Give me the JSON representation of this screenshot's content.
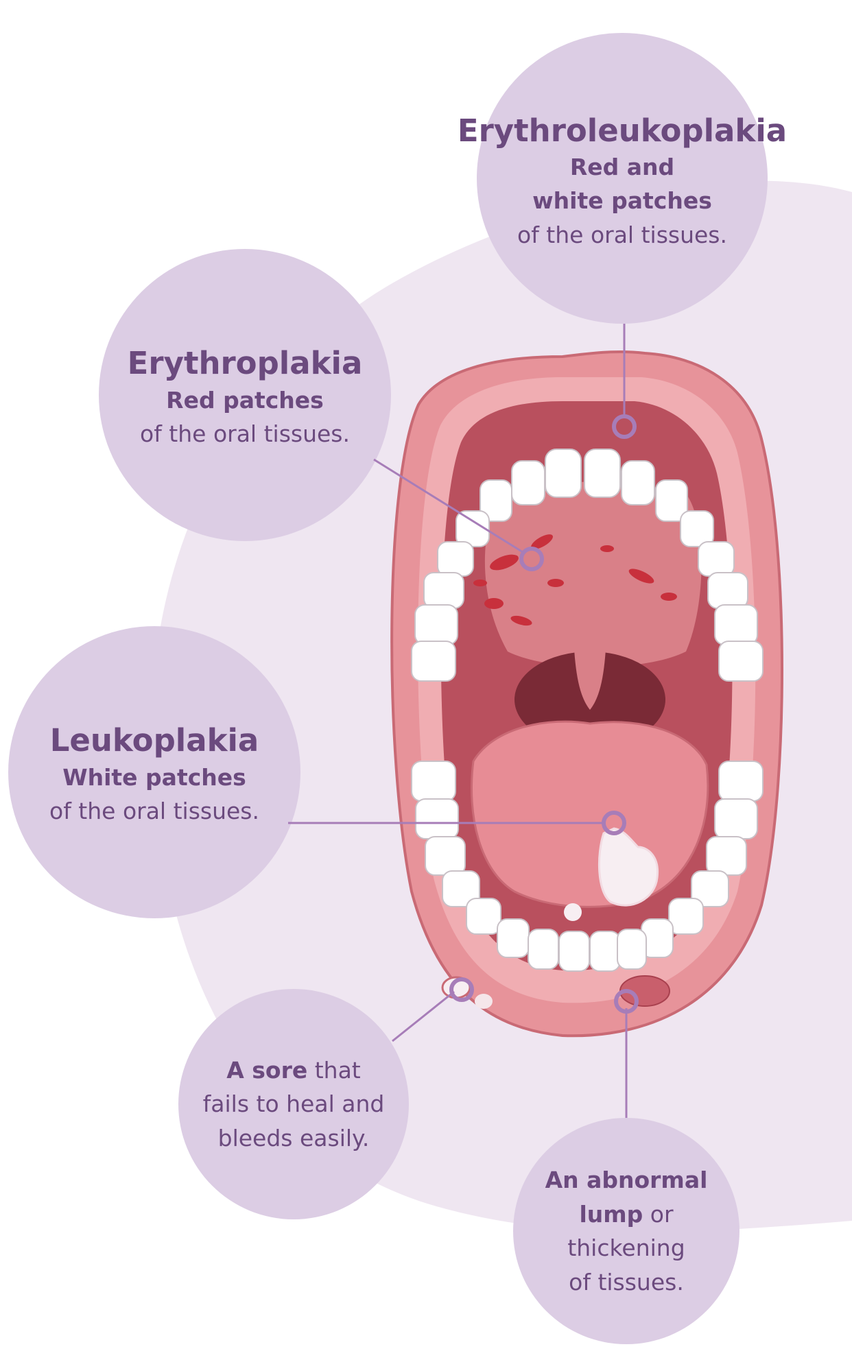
{
  "colors": {
    "background_blob": "#efe6f1",
    "callout_circle": "#dccde4",
    "callout_text": "#6b4a7e",
    "leader_line": "#a77db8",
    "lip": "#e7939a",
    "mouth_interior": "#b9505e",
    "tooth": "#ffffff",
    "red_patch": "#c8303c"
  },
  "callouts": {
    "erythroleukoplakia": {
      "title": "Erythroleukoplakia",
      "subtitle_line1": "Red and",
      "subtitle_line2": "white patches",
      "text": "of the oral tissues."
    },
    "erythroplakia": {
      "title": "Erythroplakia",
      "subtitle": "Red patches",
      "text": "of the oral tissues."
    },
    "leukoplakia": {
      "title": "Leukoplakia",
      "subtitle": "White patches",
      "text": "of the oral tissues."
    },
    "sore": {
      "bold": "A sore",
      "rest": " that",
      "line2": "fails to heal and",
      "line3": "bleeds easily."
    },
    "lump": {
      "line1": "An abnormal",
      "bold": "lump",
      "rest": " or",
      "line3": "thickening",
      "line4": "of tissues."
    }
  }
}
